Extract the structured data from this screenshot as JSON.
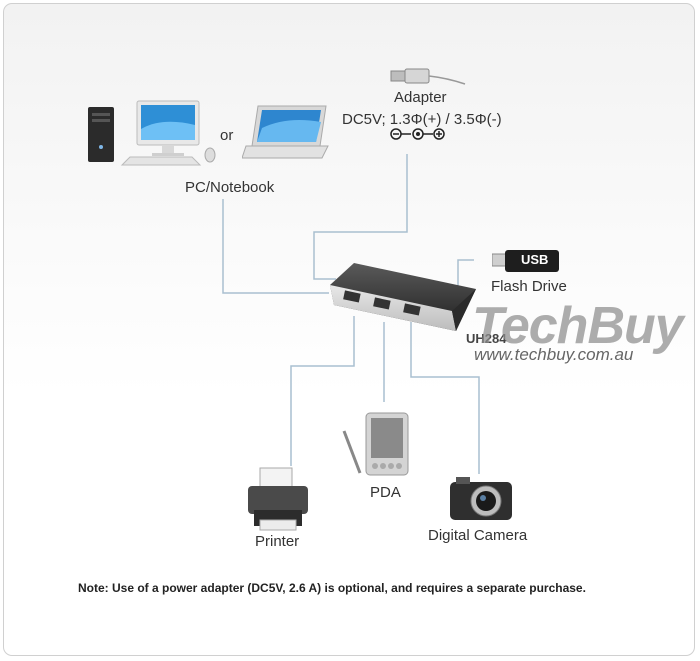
{
  "labels": {
    "or": "or",
    "pc_notebook": "PC/Notebook",
    "adapter": "Adapter",
    "adapter_spec": "DC5V; 1.3Φ(+) / 3.5Φ(-)",
    "usb": "USB",
    "flash_drive": "Flash Drive",
    "model": "UH284",
    "printer": "Printer",
    "pda": "PDA",
    "digital_camera": "Digital Camera"
  },
  "watermark": {
    "brand": "TechBuy",
    "url": "www.techbuy.com.au"
  },
  "note": "Note: Use of a power adapter (DC5V, 2.6 A) is optional, and requires a separate purchase.",
  "colors": {
    "line": "#a9bfd0",
    "hub_body": "#3a3a3a",
    "usb_tag": "#1e1e1e"
  }
}
